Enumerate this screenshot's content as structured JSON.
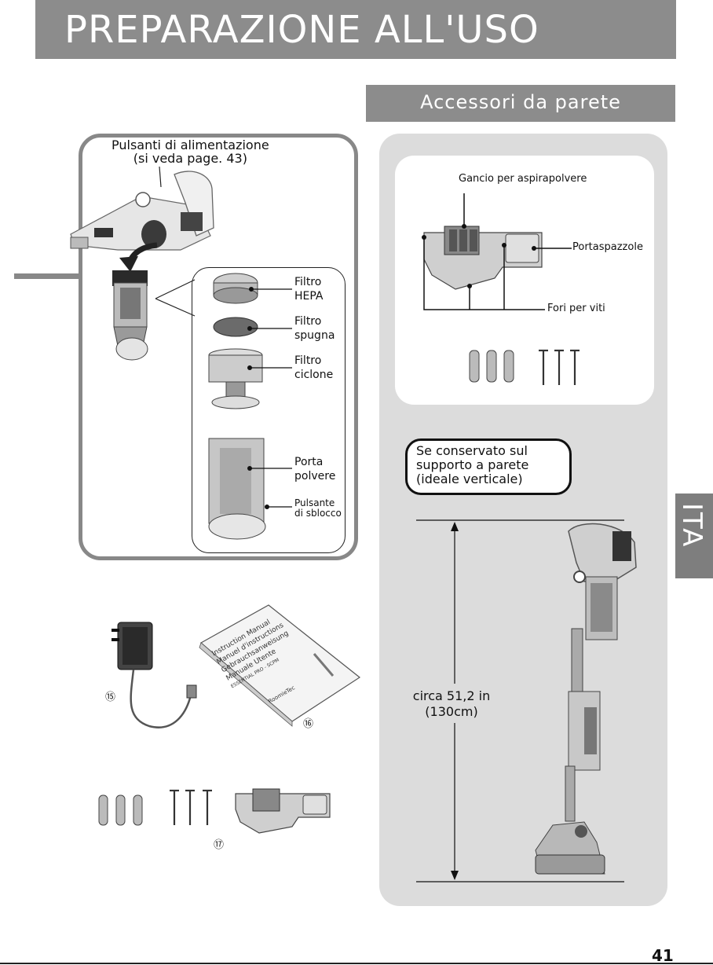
{
  "header": {
    "title": "PREPARAZIONE ALL'USO"
  },
  "section": {
    "title": "Accessori da parete"
  },
  "handheld": {
    "power_label": "Pulsanti di alimentazione\n(si veda page. 43)"
  },
  "filters": {
    "hepa": "Filtro\nHEPA",
    "sponge": "Filtro\nspugna",
    "cyclone": "Filtro\nciclone",
    "dust": "Porta\npolvere",
    "release": "Pulsante\ndi sblocco"
  },
  "mount": {
    "hook": "Gancio per aspirapolvere",
    "brush": "Portaspazzole",
    "holes": "Fori per viti"
  },
  "wall_note": "Se conservato sul\nsupporto a parete\n(ideale verticale)",
  "height": "circa 51,2 in\n(130cm)",
  "items": {
    "adapter": "⑮",
    "manual": "⑯",
    "kit": "⑰"
  },
  "manual_cover": {
    "lines": [
      "Instruction Manual",
      "Manuel d'instructions",
      "Gebrauchsanweisung",
      "Manuale Utente"
    ],
    "model": "ESSENTIAL PRO - SCPM",
    "brand": "RoomieTec"
  },
  "side_tab": "ITA",
  "page_number": "41"
}
